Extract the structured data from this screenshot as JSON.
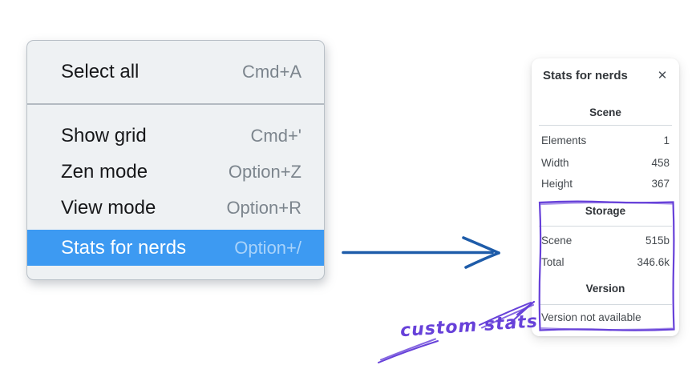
{
  "context_menu": {
    "items": [
      {
        "label": "Select all",
        "shortcut": "Cmd+A",
        "highlighted": false
      },
      {
        "label": "Show grid",
        "shortcut": "Cmd+'",
        "highlighted": false
      },
      {
        "label": "Zen mode",
        "shortcut": "Option+Z",
        "highlighted": false
      },
      {
        "label": "View mode",
        "shortcut": "Option+R",
        "highlighted": false
      },
      {
        "label": "Stats for nerds",
        "shortcut": "Option+/",
        "highlighted": true
      }
    ],
    "highlight_color": "#3d9af2"
  },
  "stats_panel": {
    "title": "Stats for nerds",
    "close_icon": "✕",
    "sections": [
      {
        "heading": "Scene",
        "rows": [
          {
            "label": "Elements",
            "value": "1"
          },
          {
            "label": "Width",
            "value": "458"
          },
          {
            "label": "Height",
            "value": "367"
          }
        ]
      },
      {
        "heading": "Storage",
        "rows": [
          {
            "label": "Scene",
            "value": "515b"
          },
          {
            "label": "Total",
            "value": "346.6k"
          }
        ]
      },
      {
        "heading": "Version",
        "note": "Version not available"
      }
    ]
  },
  "annotation": {
    "label": "custom stats",
    "color": "#6741d9"
  },
  "pointer_arrow_color": "#1e5ca9"
}
